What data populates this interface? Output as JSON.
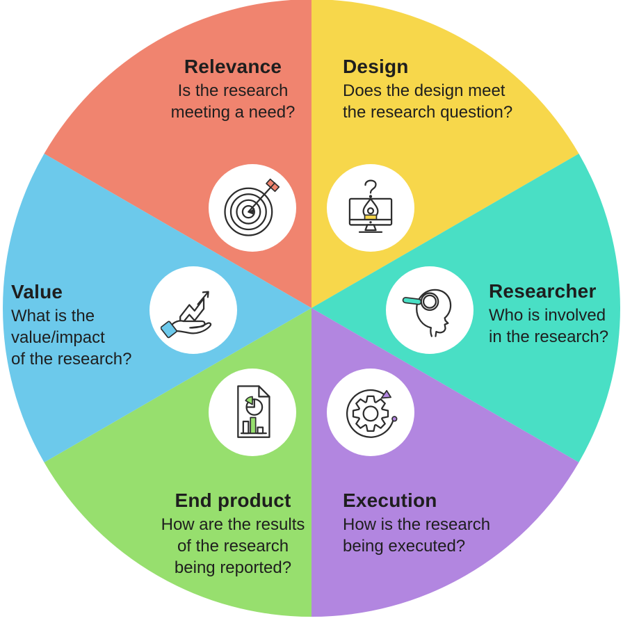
{
  "diagram": {
    "kind": "six-segment research wheel",
    "background": "#FFFFFF",
    "text_color": "#1E1E1E",
    "line_color": "#2D2D2D",
    "icon_circle_color": "#FFFFFF"
  },
  "segments": [
    {
      "id": "relevance",
      "title": "Relevance",
      "desc_lines": [
        "Is the research",
        "meeting a need?"
      ],
      "color": "#F0846F",
      "icon": "target-with-arrow"
    },
    {
      "id": "design",
      "title": "Design",
      "desc_lines": [
        "Does the design meet",
        "the research question?"
      ],
      "color": "#F7D74B",
      "icon": "monitor-pen-question"
    },
    {
      "id": "researcher",
      "title": "Researcher",
      "desc_lines": [
        "Who is involved",
        "in the research?"
      ],
      "color": "#49DFC5",
      "icon": "head-with-magnifier"
    },
    {
      "id": "execution",
      "title": "Execution",
      "desc_lines": [
        "How is the research",
        "being executed?"
      ],
      "color": "#B286E0",
      "icon": "gear-with-cycle-arrow"
    },
    {
      "id": "end_product",
      "title": "End product",
      "desc_lines": [
        "How are the results",
        "of the research",
        "being reported?"
      ],
      "color": "#97DF6E",
      "icon": "report-with-charts"
    },
    {
      "id": "value",
      "title": "Value",
      "desc_lines": [
        "What is the",
        "value/impact",
        "of the research?"
      ],
      "color": "#6CC9EB",
      "icon": "hand-with-growth-chart"
    }
  ]
}
